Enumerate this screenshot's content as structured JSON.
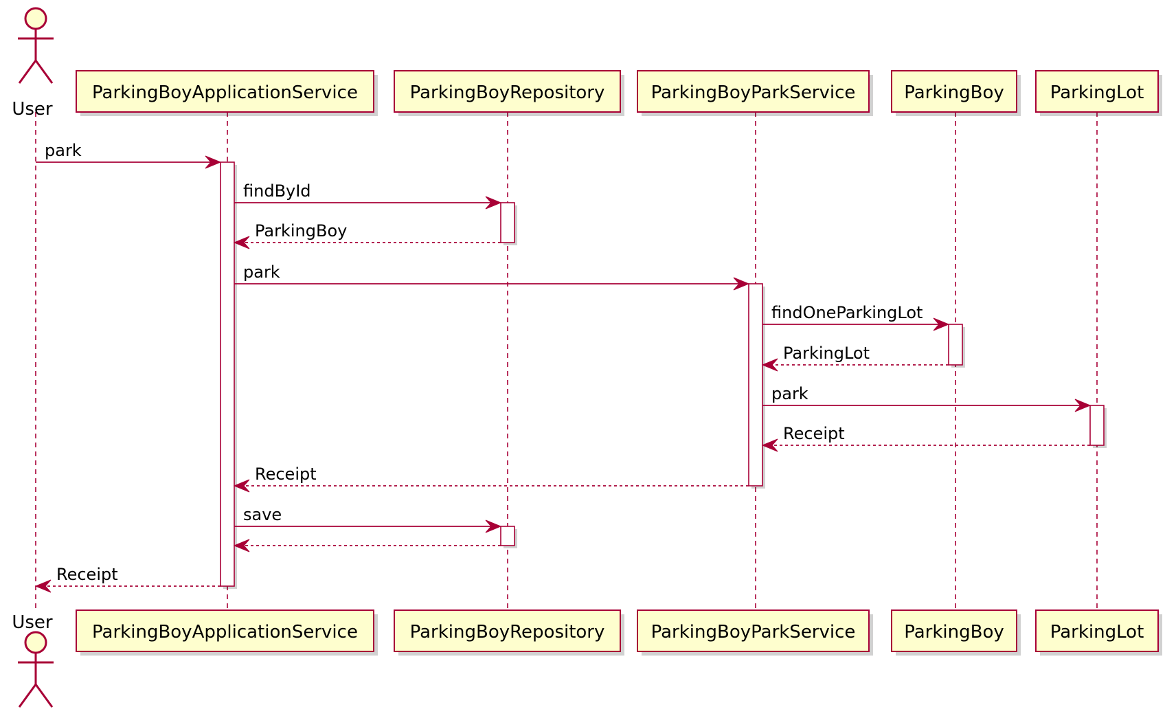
{
  "diagram": {
    "type": "sequence",
    "colors": {
      "line": "#A80036",
      "participant_fill": "#FEFECE",
      "activation_fill": "#FFFFFF"
    },
    "participants": [
      {
        "id": "user",
        "label": "User",
        "kind": "actor"
      },
      {
        "id": "app",
        "label": "ParkingBoyApplicationService",
        "kind": "participant"
      },
      {
        "id": "repo",
        "label": "ParkingBoyRepository",
        "kind": "participant"
      },
      {
        "id": "parksvc",
        "label": "ParkingBoyParkService",
        "kind": "participant"
      },
      {
        "id": "boy",
        "label": "ParkingBoy",
        "kind": "participant"
      },
      {
        "id": "lot",
        "label": "ParkingLot",
        "kind": "participant"
      }
    ],
    "messages": [
      {
        "from": "user",
        "to": "app",
        "label": "park",
        "style": "sync"
      },
      {
        "from": "app",
        "to": "repo",
        "label": "findById",
        "style": "sync"
      },
      {
        "from": "repo",
        "to": "app",
        "label": "ParkingBoy",
        "style": "reply"
      },
      {
        "from": "app",
        "to": "parksvc",
        "label": "park",
        "style": "sync"
      },
      {
        "from": "parksvc",
        "to": "boy",
        "label": "findOneParkingLot",
        "style": "sync"
      },
      {
        "from": "boy",
        "to": "parksvc",
        "label": "ParkingLot",
        "style": "reply"
      },
      {
        "from": "parksvc",
        "to": "lot",
        "label": "park",
        "style": "sync"
      },
      {
        "from": "lot",
        "to": "parksvc",
        "label": "Receipt",
        "style": "reply"
      },
      {
        "from": "parksvc",
        "to": "app",
        "label": "Receipt",
        "style": "reply"
      },
      {
        "from": "app",
        "to": "repo",
        "label": "save",
        "style": "sync"
      },
      {
        "from": "repo",
        "to": "app",
        "label": "",
        "style": "reply"
      },
      {
        "from": "app",
        "to": "user",
        "label": "Receipt",
        "style": "reply"
      }
    ],
    "activations": [
      {
        "participant": "app",
        "from_message": 0,
        "to_message": 11
      },
      {
        "participant": "repo",
        "from_message": 1,
        "to_message": 2
      },
      {
        "participant": "parksvc",
        "from_message": 3,
        "to_message": 8
      },
      {
        "participant": "boy",
        "from_message": 4,
        "to_message": 5
      },
      {
        "participant": "lot",
        "from_message": 6,
        "to_message": 7
      },
      {
        "participant": "repo",
        "from_message": 9,
        "to_message": 10
      }
    ]
  }
}
